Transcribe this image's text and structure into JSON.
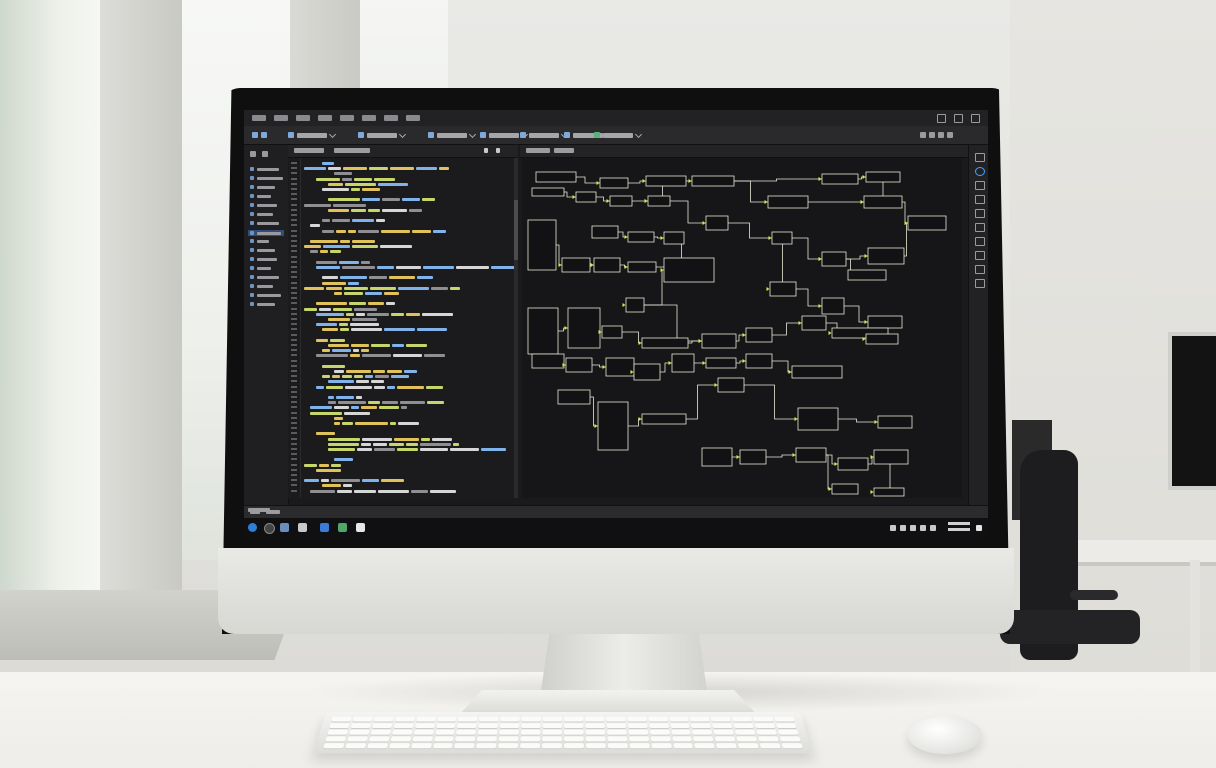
{
  "scene": {
    "description_tags": [
      "office",
      "desktop-monitor",
      "keyboard",
      "mouse",
      "window"
    ]
  },
  "colors": {
    "code_keyword": "#e0c15a",
    "code_string": "#c7d66a",
    "code_ident": "#7fb3ea",
    "code_comment": "#8f8f93",
    "code_plain": "#d6d6d6",
    "diagram_line": "#e8e8d8",
    "diagram_arrow": "#d9e94f",
    "accent": "#4aa3ff"
  },
  "icons": {
    "editor_menu": "hamburger-icon",
    "toolbar_run": "play-icon",
    "taskbar_start": "start-icon"
  }
}
